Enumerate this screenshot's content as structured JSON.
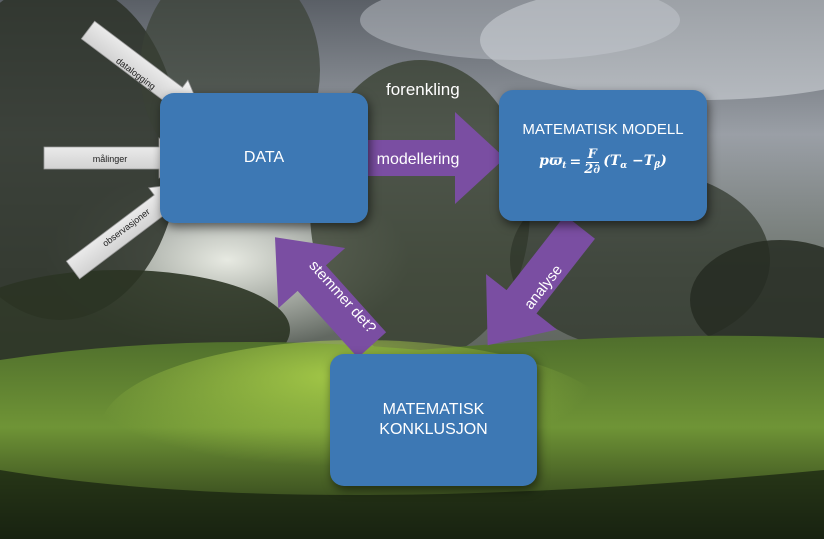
{
  "nodes": {
    "data": "DATA",
    "model": "MATEMATISK MODELL",
    "conclusion_line1": "MATEMATISK",
    "conclusion_line2": "KONKLUSJON"
  },
  "formula": {
    "lhs": "pϖ",
    "lhs_sub": "t",
    "equals": "=",
    "numerator": "F",
    "denominator": "2∂",
    "paren_open": "(T",
    "t_alpha_sub": "α",
    "minus": " −T",
    "t_beta_sub": "β",
    "paren_close": ")"
  },
  "edges": {
    "modellering": "modellering",
    "forenkling": "forenkling",
    "analyse": "analyse",
    "stemmer_det": "stemmer det?"
  },
  "inputs": {
    "datalogging": "datalogging",
    "malinger": "målinger",
    "observasjoner": "observasjoner"
  },
  "colors": {
    "box": "#3d78b4",
    "arrow_purple": "#7a4ea2",
    "arrow_white": "#e6e6e6"
  }
}
